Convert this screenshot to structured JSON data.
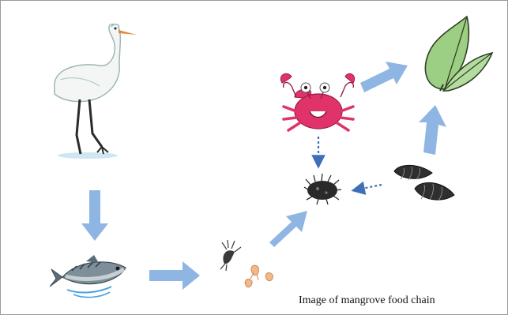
{
  "caption": "Image of mangrove food chain",
  "organisms": [
    {
      "id": "egret",
      "icon": "egret-icon"
    },
    {
      "id": "fish",
      "icon": "fish-icon"
    },
    {
      "id": "zooplankton",
      "icon": "shrimp-larvae-icon"
    },
    {
      "id": "detritus",
      "icon": "detritus-icon"
    },
    {
      "id": "crab",
      "icon": "crab-icon"
    },
    {
      "id": "snails",
      "icon": "snail-icon"
    },
    {
      "id": "mangrove-leaves",
      "icon": "leaf-icon"
    }
  ],
  "colors": {
    "arrow": "#8fb6e2",
    "dotted_arrow": "#3f6fb6",
    "crab": "#e0336a",
    "leaf": "#9ccf83",
    "snail": "#2f2f2f",
    "fish": "#5a6e7a"
  }
}
